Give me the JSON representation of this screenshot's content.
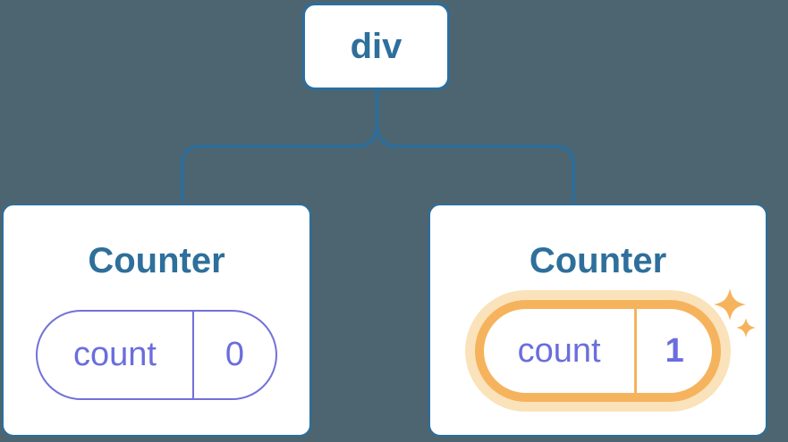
{
  "diagram": {
    "root": {
      "label": "div"
    },
    "children": [
      {
        "title": "Counter",
        "state": {
          "key": "count",
          "value": "0"
        },
        "highlighted": false
      },
      {
        "title": "Counter",
        "state": {
          "key": "count",
          "value": "1"
        },
        "highlighted": true,
        "icon": "sparkles-icon"
      }
    ]
  },
  "colors": {
    "background": "#4d6570",
    "node_border_blue": "#2b6e9e",
    "connector_blue": "#2b6e9e",
    "label_blue": "#2e6f9b",
    "state_purple": "#6a6edc",
    "pill_purple_border": "#7271d9",
    "highlight_orange": "#f6b35d",
    "highlight_halo": "#fae2ba",
    "card_background": "#ffffff"
  }
}
